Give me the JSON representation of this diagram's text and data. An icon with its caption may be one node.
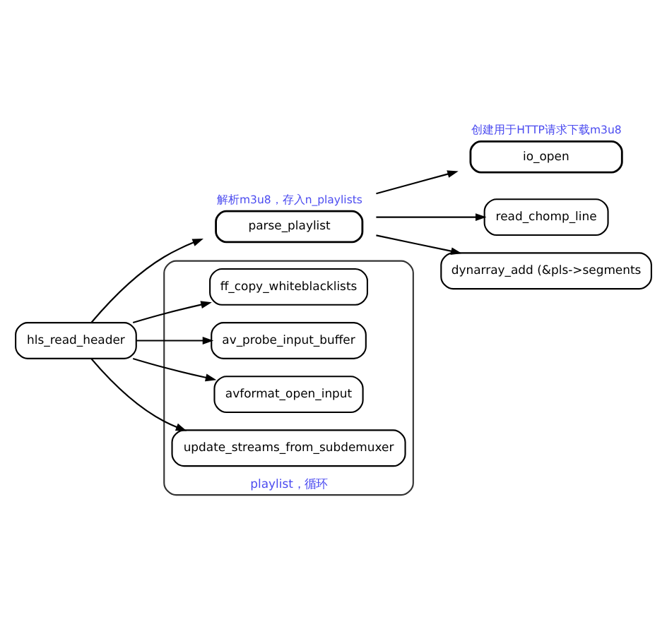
{
  "diagram": {
    "nodes": [
      {
        "text": [
          "hls_read_header"
        ]
      },
      {
        "text": [
          "parse_playlist"
        ],
        "beside": [
          "解析m3u8，存入n_playlists"
        ]
      },
      {
        "text": [
          "io_open"
        ],
        "beside": [
          "创建用于HTTP请求下载m3u8"
        ]
      },
      {
        "text": [
          "read_chomp_line"
        ]
      },
      {
        "text": [
          "dynarray_add (&pls->segments"
        ]
      },
      {
        "text": [
          "playlist，循环"
        ]
      },
      {
        "text": [
          "ff_copy_whiteblacklists"
        ],
        "in": 5
      },
      {
        "text": [
          "av_probe_input_buffer"
        ],
        "in": 5
      },
      {
        "text": [
          "avformat_open_input"
        ],
        "in": 5
      },
      {
        "text": [
          "update_streams_from_subdemuxer"
        ],
        "in": 5
      }
    ],
    "edges": [
      {
        "from": 0,
        "to": 1,
        "arrow": "to"
      },
      {
        "from": 1,
        "to": 2,
        "arrow": "to"
      },
      {
        "from": 1,
        "to": 3,
        "arrow": "to"
      },
      {
        "from": 1,
        "to": 4,
        "arrow": "to"
      },
      {
        "from": 0,
        "to": 6,
        "arrow": "to"
      },
      {
        "from": 0,
        "to": 7,
        "arrow": "to"
      },
      {
        "from": 0,
        "to": 8,
        "arrow": "to"
      },
      {
        "from": 0,
        "to": 9,
        "arrow": "to"
      }
    ]
  }
}
